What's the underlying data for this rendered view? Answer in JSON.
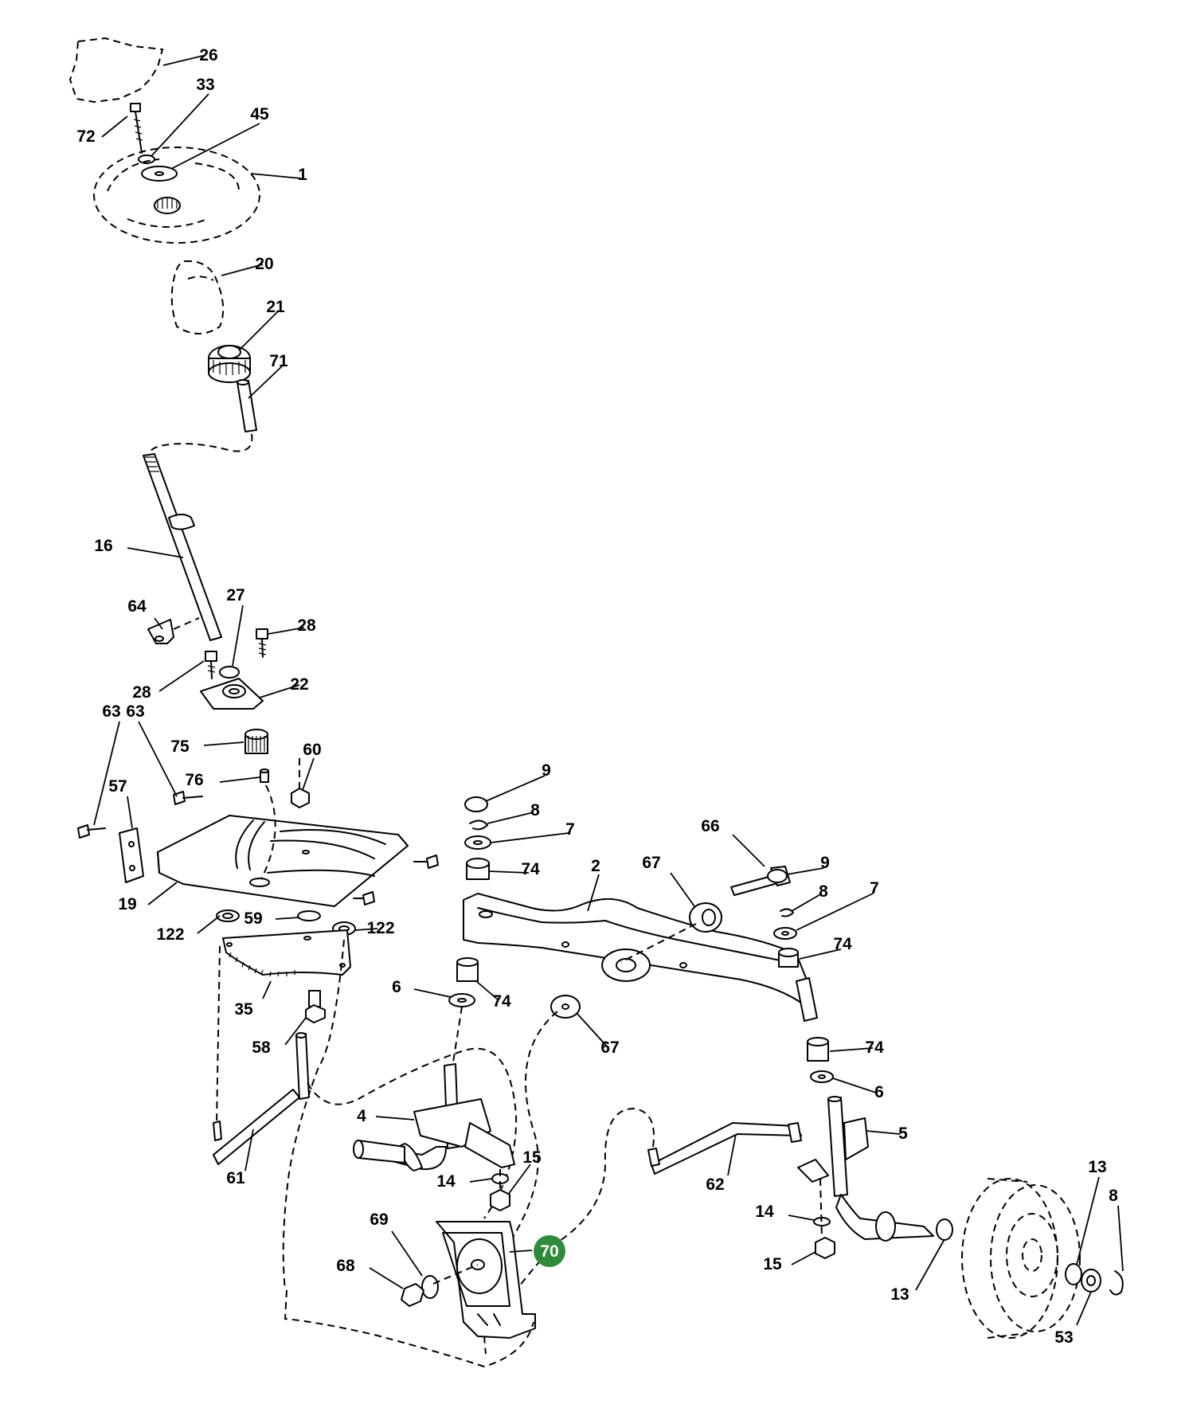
{
  "diagram": {
    "highlight_color": "#2e8b3a",
    "highlighted_callout": "70",
    "callouts": [
      {
        "id": "c-26",
        "label": "26"
      },
      {
        "id": "c-33",
        "label": "33"
      },
      {
        "id": "c-45",
        "label": "45"
      },
      {
        "id": "c-72",
        "label": "72"
      },
      {
        "id": "c-1",
        "label": "1"
      },
      {
        "id": "c-20",
        "label": "20"
      },
      {
        "id": "c-21",
        "label": "21"
      },
      {
        "id": "c-71",
        "label": "71"
      },
      {
        "id": "c-16",
        "label": "16"
      },
      {
        "id": "c-64",
        "label": "64"
      },
      {
        "id": "c-27",
        "label": "27"
      },
      {
        "id": "c-28a",
        "label": "28"
      },
      {
        "id": "c-28b",
        "label": "28"
      },
      {
        "id": "c-22",
        "label": "22"
      },
      {
        "id": "c-63a",
        "label": "63"
      },
      {
        "id": "c-75",
        "label": "75"
      },
      {
        "id": "c-60",
        "label": "60"
      },
      {
        "id": "c-76",
        "label": "76"
      },
      {
        "id": "c-57",
        "label": "57"
      },
      {
        "id": "c-19",
        "label": "19"
      },
      {
        "id": "c-63b",
        "label": "63"
      },
      {
        "id": "c-122a",
        "label": "122"
      },
      {
        "id": "c-59",
        "label": "59"
      },
      {
        "id": "c-122b",
        "label": "122"
      },
      {
        "id": "c-35",
        "label": "35"
      },
      {
        "id": "c-58",
        "label": "58"
      },
      {
        "id": "c-61",
        "label": "61"
      },
      {
        "id": "c-9a",
        "label": "9"
      },
      {
        "id": "c-8a",
        "label": "8"
      },
      {
        "id": "c-7a",
        "label": "7"
      },
      {
        "id": "c-74a",
        "label": "74"
      },
      {
        "id": "c-2",
        "label": "2"
      },
      {
        "id": "c-66",
        "label": "66"
      },
      {
        "id": "c-67a",
        "label": "67"
      },
      {
        "id": "c-9b",
        "label": "9"
      },
      {
        "id": "c-8b",
        "label": "8"
      },
      {
        "id": "c-7b",
        "label": "7"
      },
      {
        "id": "c-74b",
        "label": "74"
      },
      {
        "id": "c-6a",
        "label": "6"
      },
      {
        "id": "c-74c",
        "label": "74"
      },
      {
        "id": "c-67b",
        "label": "67"
      },
      {
        "id": "c-74d",
        "label": "74"
      },
      {
        "id": "c-6b",
        "label": "6"
      },
      {
        "id": "c-4",
        "label": "4"
      },
      {
        "id": "c-5",
        "label": "5"
      },
      {
        "id": "c-14a",
        "label": "14"
      },
      {
        "id": "c-15a",
        "label": "15"
      },
      {
        "id": "c-62",
        "label": "62"
      },
      {
        "id": "c-14b",
        "label": "14"
      },
      {
        "id": "c-15b",
        "label": "15"
      },
      {
        "id": "c-13a",
        "label": "13"
      },
      {
        "id": "c-13b",
        "label": "13"
      },
      {
        "id": "c-8c",
        "label": "8"
      },
      {
        "id": "c-53",
        "label": "53"
      },
      {
        "id": "c-69",
        "label": "69"
      },
      {
        "id": "c-68",
        "label": "68"
      },
      {
        "id": "c-70",
        "label": "70"
      }
    ]
  }
}
